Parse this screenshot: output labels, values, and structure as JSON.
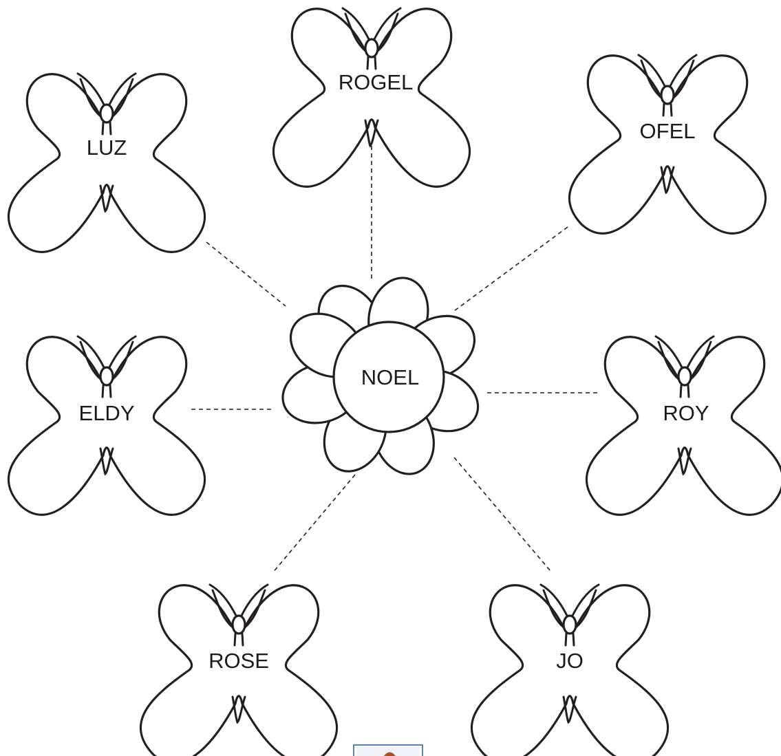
{
  "center": {
    "label": "NOEL"
  },
  "butterflies": [
    {
      "id": "luz",
      "label": "LUZ"
    },
    {
      "id": "rogel",
      "label": "ROGEL"
    },
    {
      "id": "ofel",
      "label": "OFEL"
    },
    {
      "id": "eldy",
      "label": "ELDY"
    },
    {
      "id": "roy",
      "label": "ROY"
    },
    {
      "id": "rose",
      "label": "ROSE"
    },
    {
      "id": "jo",
      "label": "JO"
    }
  ],
  "colors": {
    "ink": "#231f20",
    "background": "#ffffff",
    "thumbnail_frame": "#5a7fb0"
  },
  "icons": {
    "bottom_thumbnail": "image-thumbnail-icon"
  }
}
